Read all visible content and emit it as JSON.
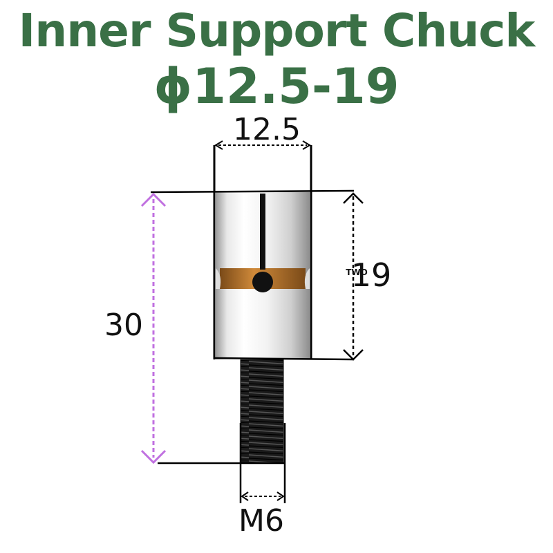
{
  "title": {
    "line1": "Inner Support Chuck",
    "line2": "ϕ12.5-19"
  },
  "dimensions": {
    "top_width": "12.5",
    "total_length": "30",
    "body_height": "19",
    "thread": "M6",
    "watermark": "TWO"
  },
  "colors": {
    "title": "#3a7046",
    "length_arrow": "#c070e0",
    "dim_lines": "#000000",
    "slot_copper": "#b8742a"
  }
}
